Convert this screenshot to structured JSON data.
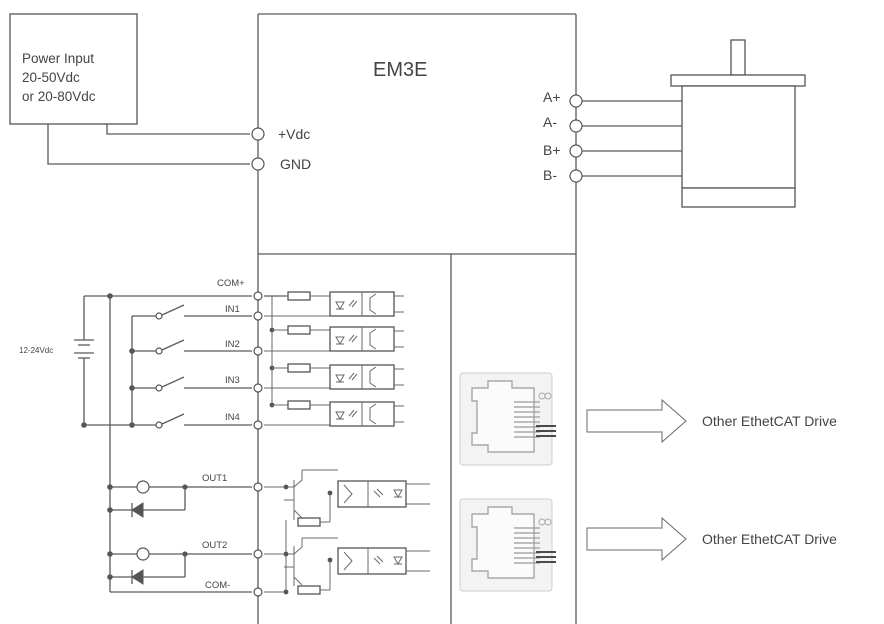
{
  "power": {
    "line1": "Power Input",
    "line2": "20-50Vdc",
    "line3": "or 20-80Vdc"
  },
  "driver": {
    "title": "EM3E",
    "vdc": "+Vdc",
    "gnd": "GND"
  },
  "motor_terminals": [
    "A+",
    "A-",
    "B+",
    "B-"
  ],
  "supply_voltage": "12-24Vdc",
  "inputs": {
    "com_plus": "COM+",
    "labels": [
      "IN1",
      "IN2",
      "IN3",
      "IN4"
    ]
  },
  "outputs": {
    "labels": [
      "OUT1",
      "OUT2"
    ],
    "com_minus": "COM-"
  },
  "network": {
    "arrow_labels": [
      "Other EthetCAT Drive",
      "Other EthetCAT Drive"
    ]
  }
}
